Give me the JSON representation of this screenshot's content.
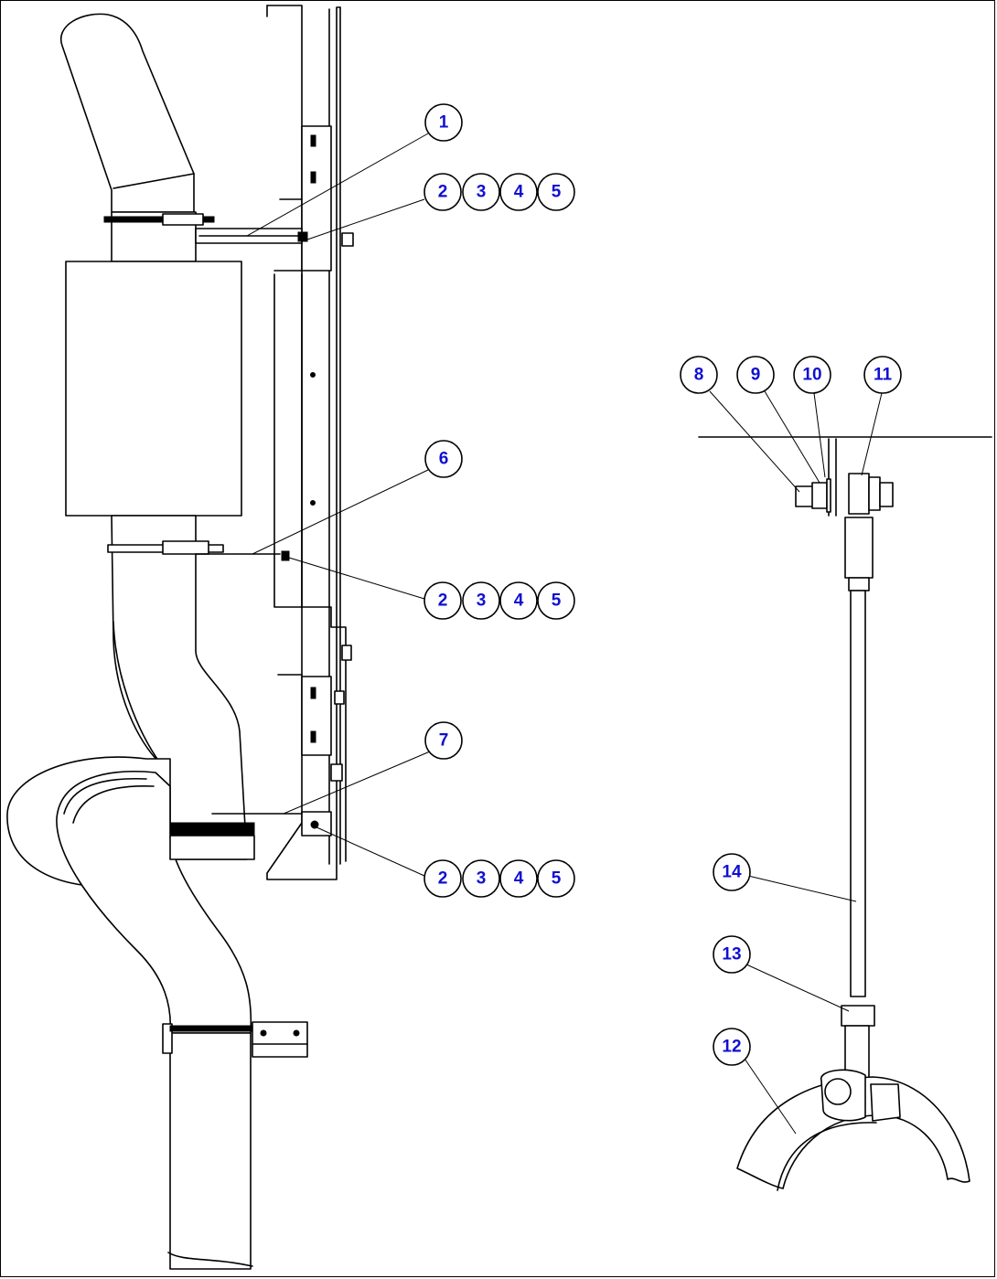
{
  "callouts": {
    "c1": "1",
    "c2a": "2",
    "c3a": "3",
    "c4a": "4",
    "c5a": "5",
    "c6": "6",
    "c2b": "2",
    "c3b": "3",
    "c4b": "4",
    "c5b": "5",
    "c7": "7",
    "c2c": "2",
    "c3c": "3",
    "c4c": "4",
    "c5c": "5",
    "c8": "8",
    "c9": "9",
    "c10": "10",
    "c11": "11",
    "c12": "12",
    "c13": "13",
    "c14": "14"
  },
  "colors": {
    "callout_text": "#1010d0",
    "line": "#000000",
    "background": "#ffffff"
  }
}
